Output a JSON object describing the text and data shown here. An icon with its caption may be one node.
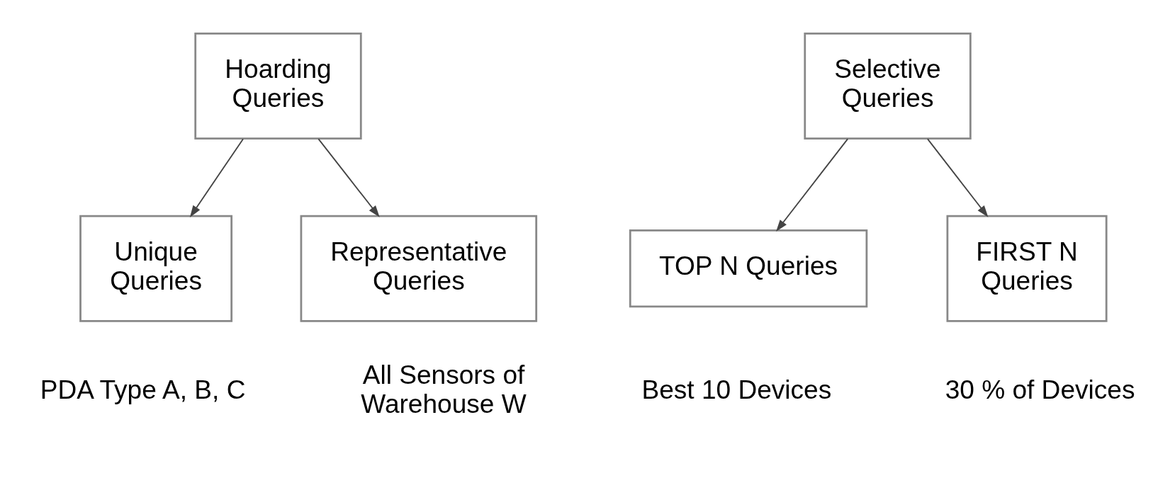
{
  "diagram": {
    "nodes": [
      {
        "text": [
          "Hoarding Queries"
        ]
      },
      {
        "text": [
          "Unique Queries"
        ],
        "beside": [
          "PDA Type A, B, C"
        ]
      },
      {
        "text": [
          "Representative Queries"
        ],
        "beside": [
          "All Sensors of Warehouse W"
        ]
      },
      {
        "text": [
          "Selective Queries"
        ]
      },
      {
        "text": [
          "TOP N Queries"
        ],
        "beside": [
          "Best 10 Devices"
        ]
      },
      {
        "text": [
          "FIRST N Queries"
        ],
        "beside": [
          "30 % of Devices"
        ]
      }
    ],
    "edges": [
      {
        "from": 0,
        "to": 1,
        "arrow": "to"
      },
      {
        "from": 0,
        "to": 2,
        "arrow": "to"
      },
      {
        "from": 3,
        "to": 4,
        "arrow": "to"
      },
      {
        "from": 3,
        "to": 5,
        "arrow": "to"
      }
    ]
  }
}
